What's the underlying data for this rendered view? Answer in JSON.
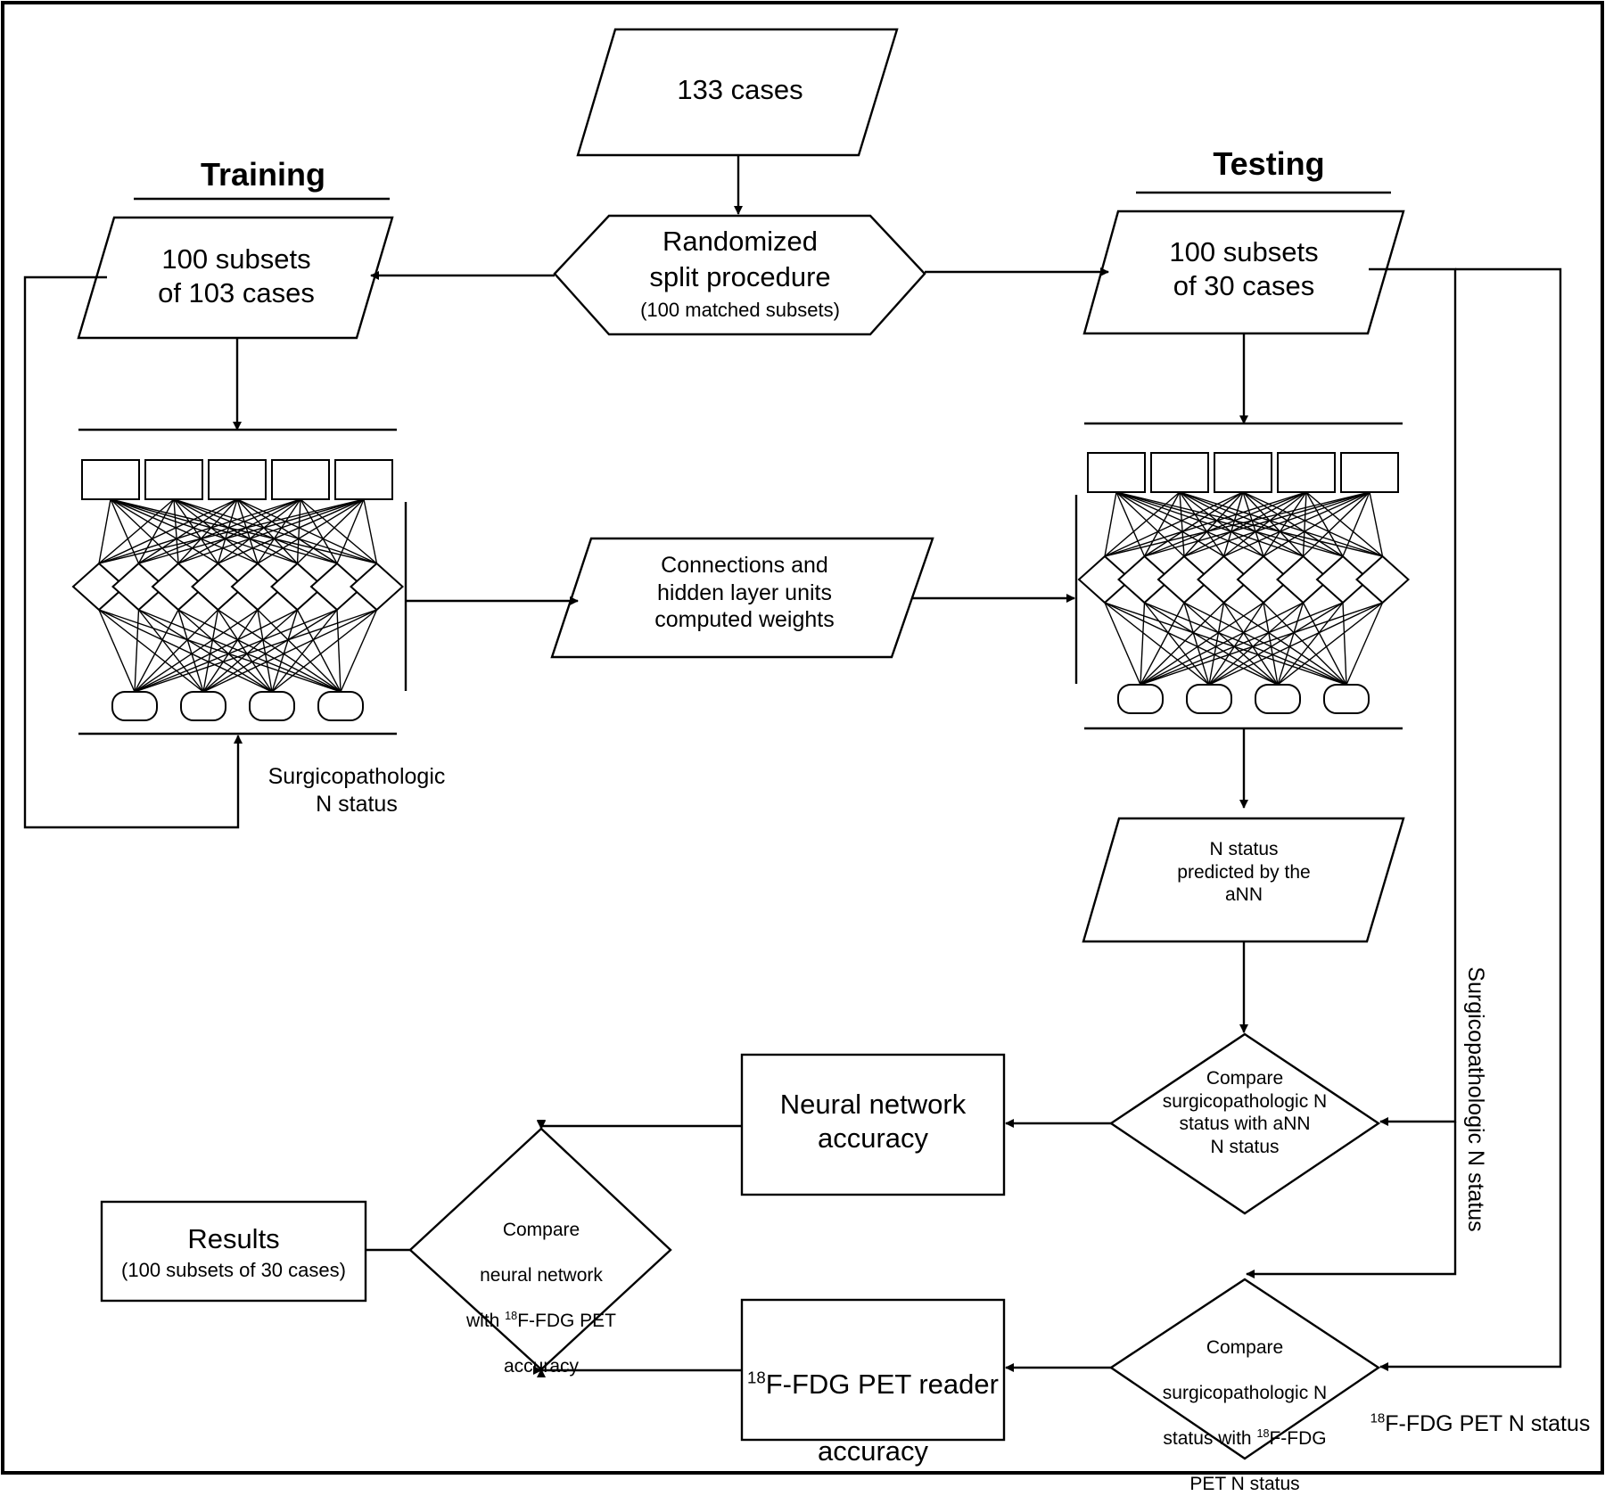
{
  "colors": {
    "ink": "#000000",
    "background": "#ffffff"
  },
  "nodes": {
    "cases": "133 cases",
    "split_line1": "Randomized",
    "split_line2": "split procedure",
    "split_line3": "(100 matched subsets)",
    "training_heading": "Training",
    "training_subsets": "100 subsets\nof 103 cases",
    "testing_heading": "Testing",
    "testing_subsets": "100 subsets\nof 30 cases",
    "connections": "Connections and\nhidden layer units\ncomputed weights",
    "surgico_label": "Surgicopathologic\nN status",
    "predicted": "N status\npredicted by the\naNN",
    "compare_ann": "Compare\nsurgicopathologic N\nstatus with aNN\nN status",
    "nn_accuracy": "Neural network\naccuracy",
    "compare_nn_line1": "Compare",
    "compare_nn_line2": "neural network",
    "compare_nn_line3_pre": "with ",
    "compare_nn_line3_post": "F-FDG PET",
    "compare_nn_line4": "accuracy",
    "results_title": "Results",
    "results_sub": "(100 subsets of 30 cases)",
    "pet_accuracy_line1_post": "F-FDG PET reader",
    "pet_accuracy_line2": "accuracy",
    "compare_pet_line1": "Compare",
    "compare_pet_line2": "surgicopathologic N",
    "compare_pet_line3_pre": "status with ",
    "compare_pet_line3_post": "F-FDG",
    "compare_pet_line4": "PET N status",
    "vertical_label": "Surgicopathologic N status",
    "pet_n_status_post": "F-FDG PET N status",
    "isotope": "18"
  }
}
